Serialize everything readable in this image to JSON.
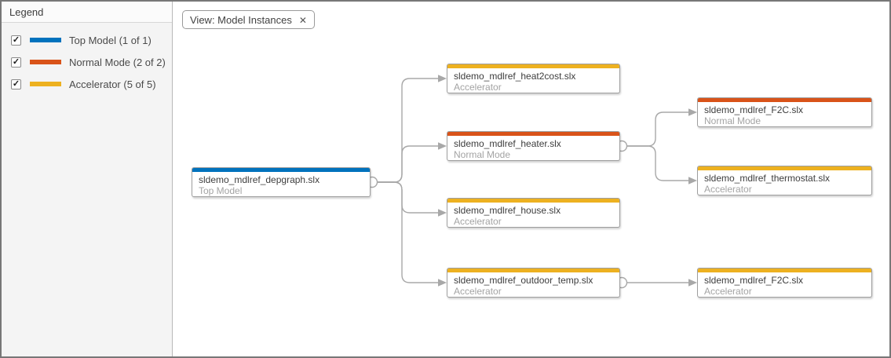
{
  "colors": {
    "top_model": "#0072BD",
    "normal_mode": "#D95319",
    "accelerator": "#EDB120",
    "connector": "#a8a8a8",
    "connector_node_fill": "#ffffff"
  },
  "legend": {
    "title": "Legend",
    "check_glyph": "✓",
    "items": [
      {
        "label": "Top Model (1 of 1)",
        "color_key": "top_model",
        "checked": true
      },
      {
        "label": "Normal Mode (2 of 2)",
        "color_key": "normal_mode",
        "checked": true
      },
      {
        "label": "Accelerator (5 of 5)",
        "color_key": "accelerator",
        "checked": true
      }
    ]
  },
  "view_chip": {
    "label": "View: Model Instances",
    "close_glyph": "✕"
  },
  "nodes": [
    {
      "title": "sldemo_mdlref_depgraph.slx",
      "subtitle": "Top Model",
      "color_key": "top_model"
    },
    {
      "title": "sldemo_mdlref_heat2cost.slx",
      "subtitle": "Accelerator",
      "color_key": "accelerator"
    },
    {
      "title": "sldemo_mdlref_heater.slx",
      "subtitle": "Normal Mode",
      "color_key": "normal_mode"
    },
    {
      "title": "sldemo_mdlref_house.slx",
      "subtitle": "Accelerator",
      "color_key": "accelerator"
    },
    {
      "title": "sldemo_mdlref_outdoor_temp.slx",
      "subtitle": "Accelerator",
      "color_key": "accelerator"
    },
    {
      "title": "sldemo_mdlref_F2C.slx",
      "subtitle": "Normal Mode",
      "color_key": "normal_mode"
    },
    {
      "title": "sldemo_mdlref_thermostat.slx",
      "subtitle": "Accelerator",
      "color_key": "accelerator"
    },
    {
      "title": "sldemo_mdlref_F2C.slx",
      "subtitle": "Accelerator",
      "color_key": "accelerator"
    }
  ],
  "edges": [
    {
      "from": "sldemo_mdlref_depgraph.slx",
      "to": "sldemo_mdlref_heat2cost.slx"
    },
    {
      "from": "sldemo_mdlref_depgraph.slx",
      "to": "sldemo_mdlref_heater.slx"
    },
    {
      "from": "sldemo_mdlref_depgraph.slx",
      "to": "sldemo_mdlref_house.slx"
    },
    {
      "from": "sldemo_mdlref_depgraph.slx",
      "to": "sldemo_mdlref_outdoor_temp.slx"
    },
    {
      "from": "sldemo_mdlref_heater.slx",
      "to": "sldemo_mdlref_F2C.slx (Normal Mode)"
    },
    {
      "from": "sldemo_mdlref_heater.slx",
      "to": "sldemo_mdlref_thermostat.slx"
    },
    {
      "from": "sldemo_mdlref_outdoor_temp.slx",
      "to": "sldemo_mdlref_F2C.slx (Accelerator)"
    }
  ]
}
